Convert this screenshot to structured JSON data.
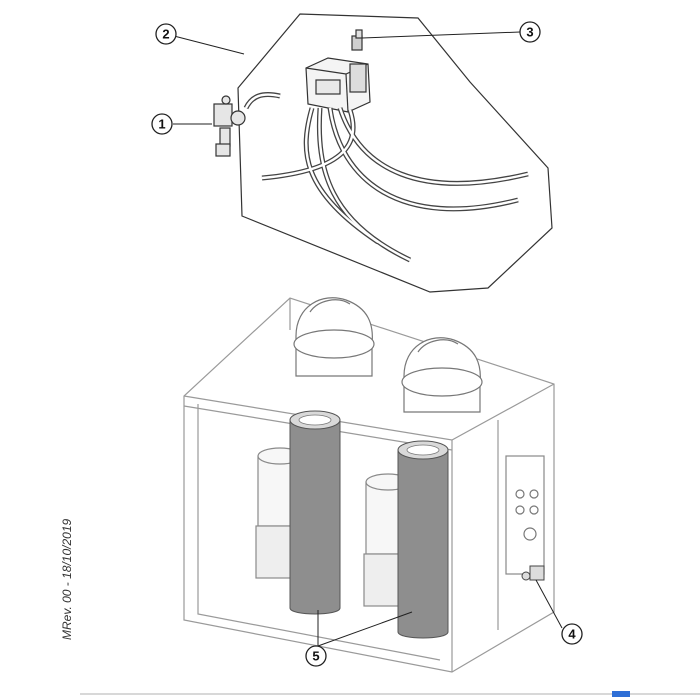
{
  "revision_text": "MRev. 00 - 18/10/2019",
  "callouts": [
    {
      "number": "1"
    },
    {
      "number": "2"
    },
    {
      "number": "3"
    },
    {
      "number": "4"
    },
    {
      "number": "5"
    }
  ],
  "colors": {
    "line": "#333333",
    "filter_sleeve": "#8e8e8e",
    "frame": "#9a9a9a",
    "background": "#ffffff",
    "accent": "#2f6fd6"
  }
}
